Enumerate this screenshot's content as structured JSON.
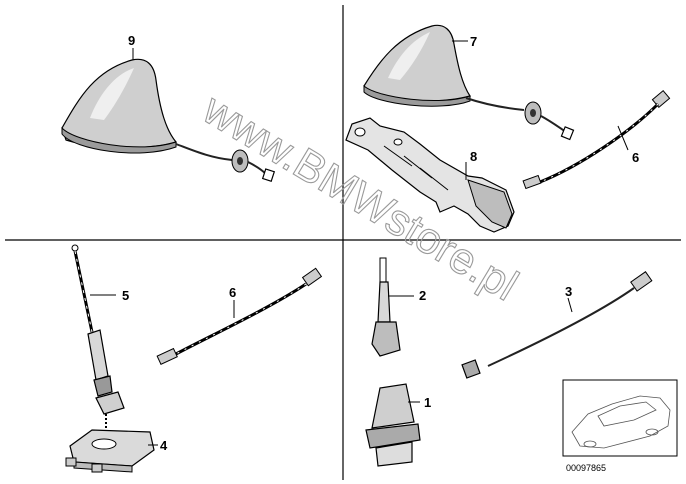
{
  "watermark": "www.BMWstore.pl",
  "image_code": "00097865",
  "parts": [
    {
      "id": "9",
      "label": "9"
    },
    {
      "id": "7",
      "label": "7"
    },
    {
      "id": "8",
      "label": "8"
    },
    {
      "id": "6a",
      "label": "6"
    },
    {
      "id": "5",
      "label": "5"
    },
    {
      "id": "6b",
      "label": "6"
    },
    {
      "id": "2",
      "label": "2"
    },
    {
      "id": "3",
      "label": "3"
    },
    {
      "id": "1",
      "label": "1"
    },
    {
      "id": "4",
      "label": "4"
    }
  ],
  "colors": {
    "line": "#000000",
    "watermark": "#9a9a9a",
    "shade": "#d0d0d0"
  }
}
